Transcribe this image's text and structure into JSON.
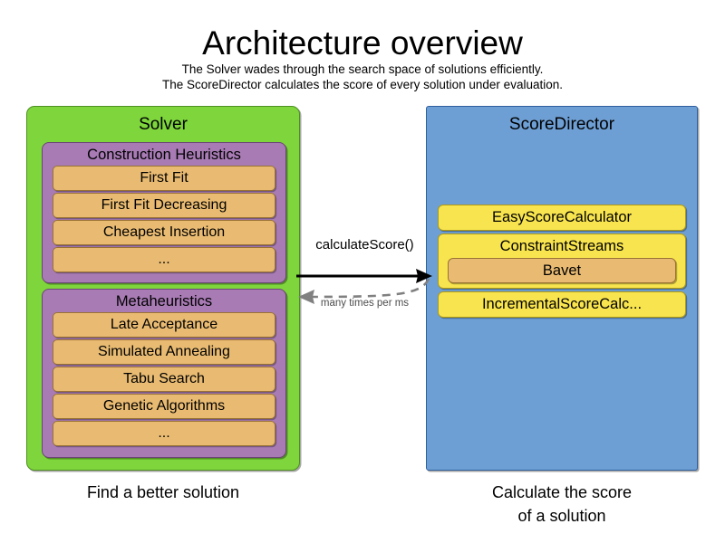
{
  "header": {
    "title": "Architecture overview",
    "subtitle_line1": "The Solver wades through the search space of solutions efficiently.",
    "subtitle_line2": "The ScoreDirector calculates the score of every solution under evaluation."
  },
  "solver": {
    "title": "Solver",
    "caption": "Find a better solution",
    "color": "#7ED63C",
    "groups": [
      {
        "title": "Construction Heuristics",
        "color": "#A87BB5",
        "items": [
          "First Fit",
          "First Fit Decreasing",
          "Cheapest Insertion",
          "..."
        ]
      },
      {
        "title": "Metaheuristics",
        "color": "#A87BB5",
        "items": [
          "Late Acceptance",
          "Simulated Annealing",
          "Tabu Search",
          "Genetic Algorithms",
          "..."
        ]
      }
    ]
  },
  "score_director": {
    "title": "ScoreDirector",
    "caption_line1": "Calculate the score",
    "caption_line2": "of a solution",
    "color": "#6E9FD4",
    "calculators": [
      {
        "label": "EasyScoreCalculator",
        "color": "#F8E44E",
        "nested": null
      },
      {
        "label": "ConstraintStreams",
        "color": "#F8E44E",
        "nested": "Bavet"
      },
      {
        "label": "IncrementalScoreCalc...",
        "color": "#F8E44E",
        "nested": null
      }
    ]
  },
  "arrows": {
    "forward_label": "calculateScore()",
    "return_label": "many times per ms",
    "forward_color": "#000000",
    "return_color": "#808080"
  }
}
